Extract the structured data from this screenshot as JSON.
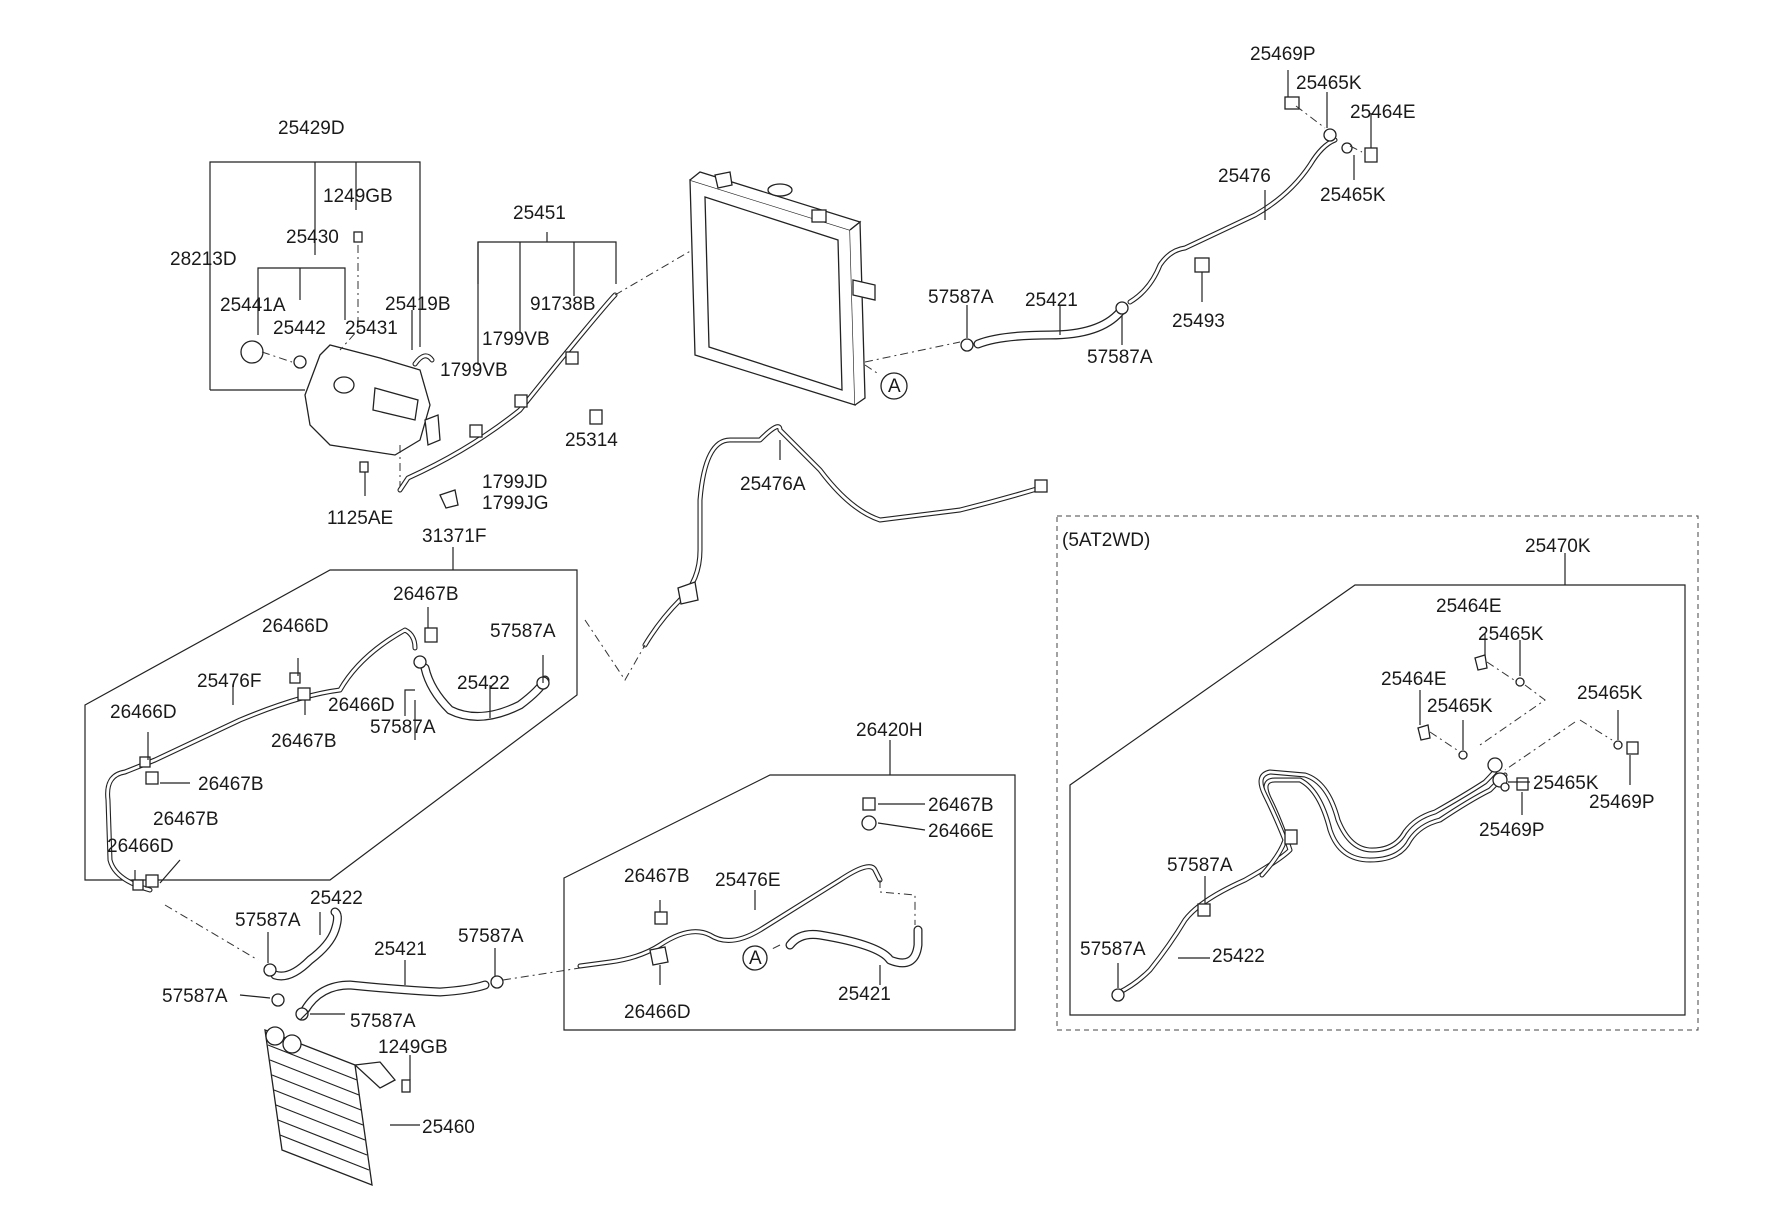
{
  "diagram": {
    "labels": {
      "p25429D": "25429D",
      "p1249GB_a": "1249GB",
      "p25430": "25430",
      "p28213D": "28213D",
      "p25441A": "25441A",
      "p25442": "25442",
      "p25431": "25431",
      "p25419B": "25419B",
      "p1125AE": "1125AE",
      "p25451": "25451",
      "p91738B": "91738B",
      "p1799VB_a": "1799VB",
      "p1799VB_b": "1799VB",
      "p25314": "25314",
      "p1799JD": "1799JD",
      "p1799JG": "1799JG",
      "p25469P_a": "25469P",
      "p25465K_a": "25465K",
      "p25464E_a": "25464E",
      "p25476": "25476",
      "p25465K_b": "25465K",
      "p57587A_a": "57587A",
      "p25421_a": "25421",
      "p25493": "25493",
      "p57587A_b": "57587A",
      "markA_1": "A",
      "p25476A": "25476A",
      "p31371F": "31371F",
      "p26467B_a": "26467B",
      "p26466D_a": "26466D",
      "p57587A_c": "57587A",
      "p25476F": "25476F",
      "p25422_a": "25422",
      "p26466D_b": "26466D",
      "p26466D_c": "26466D",
      "p57587A_d": "57587A",
      "p26467B_b": "26467B",
      "p26467B_c": "26467B",
      "p26467B_d": "26467B",
      "p26466D_d": "26466D",
      "p57587A_e": "57587A",
      "p25422_b": "25422",
      "p25421_b": "25421",
      "p57587A_f": "57587A",
      "p57587A_g": "57587A",
      "p57587A_h": "57587A",
      "p1249GB_b": "1249GB",
      "p25460": "25460",
      "p26420H": "26420H",
      "p26467B_e": "26467B",
      "p26466E": "26466E",
      "p26467B_f": "26467B",
      "p25476E": "25476E",
      "markA_2": "A",
      "p25421_c": "25421",
      "p26466D_e": "26466D",
      "variant": "(5AT2WD)",
      "p25470K": "25470K",
      "p25464E_b": "25464E",
      "p25465K_c": "25465K",
      "p25464E_c": "25464E",
      "p25465K_d": "25465K",
      "p25465K_e": "25465K",
      "p25465K_f": "25465K",
      "p25469P_b": "25469P",
      "p25469P_c": "25469P",
      "p57587A_i": "57587A",
      "p57587A_j": "57587A",
      "p25422_c": "25422"
    }
  }
}
